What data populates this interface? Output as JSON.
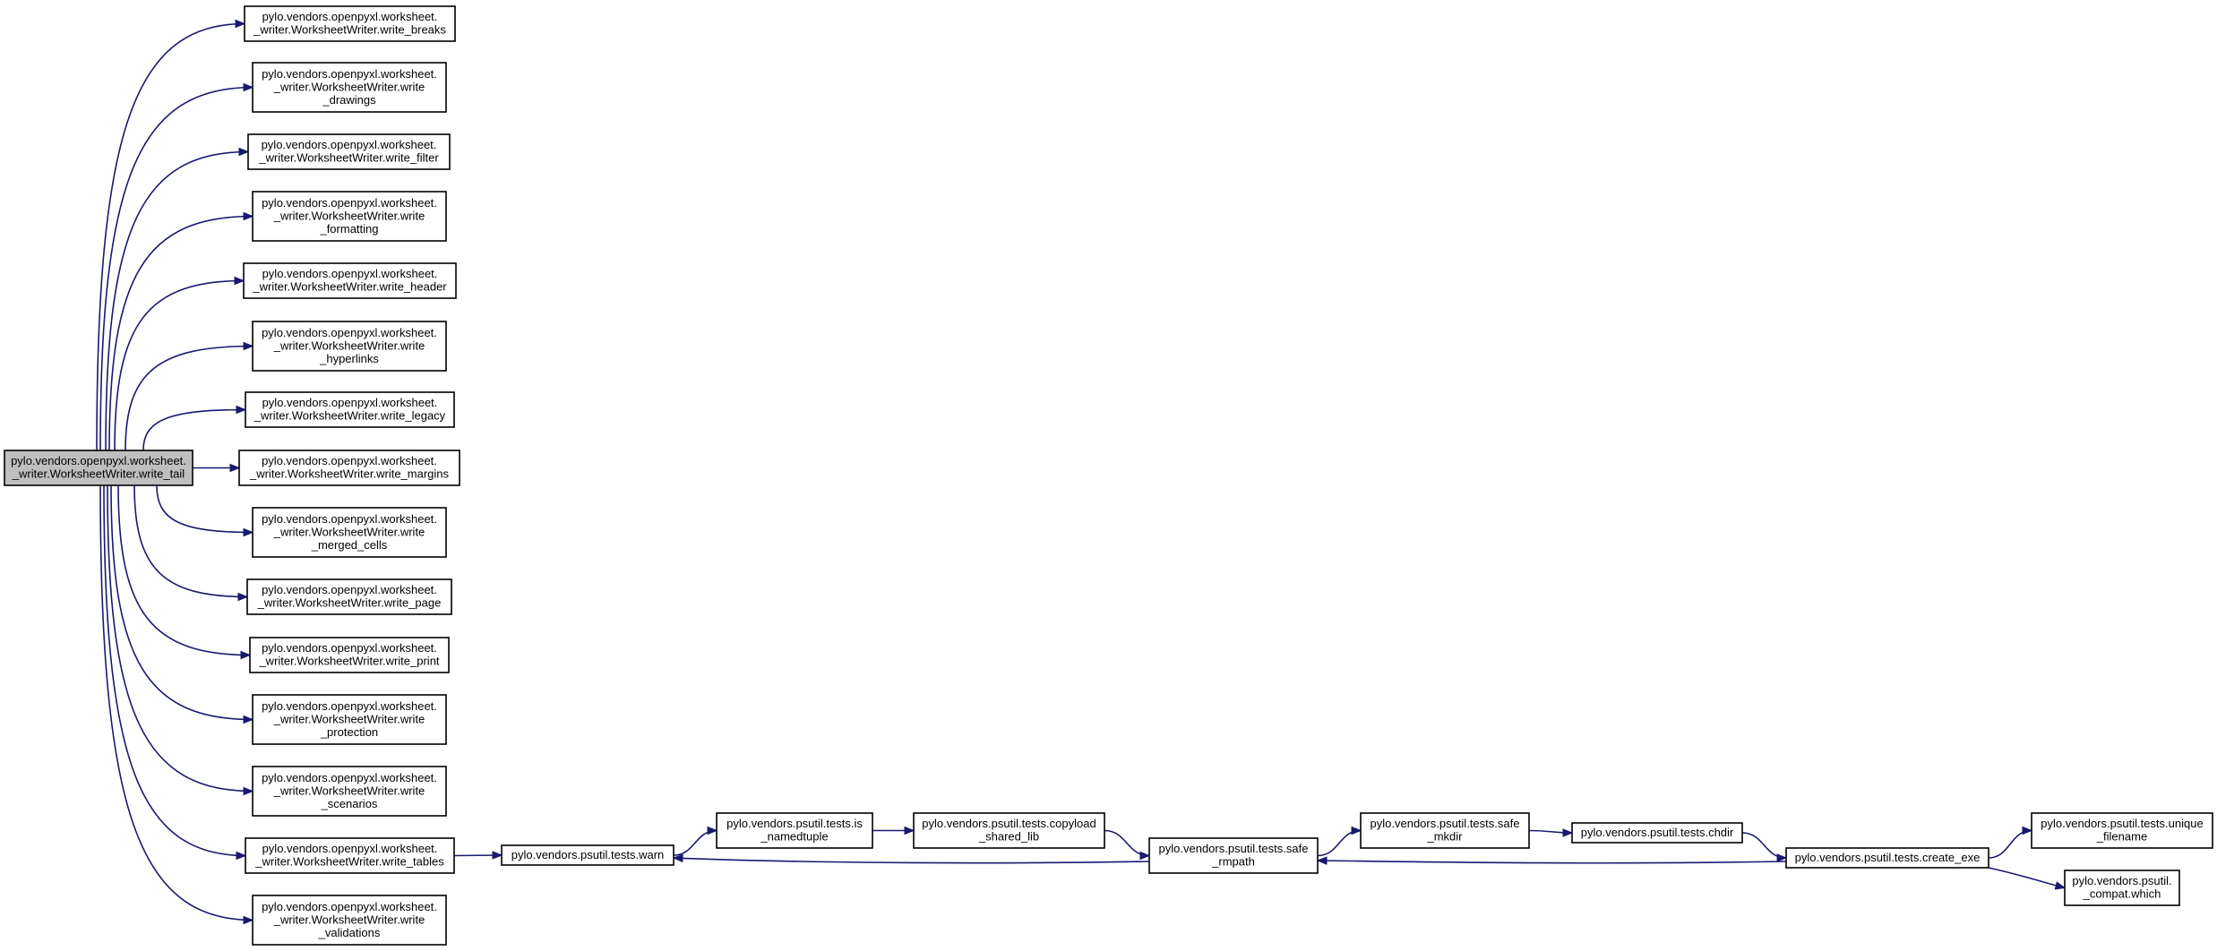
{
  "diagram": {
    "type": "call-graph",
    "nodes": [
      {
        "id": "n0",
        "lines": [
          "pylo.vendors.openpyxl.worksheet.",
          "_writer.WorksheetWriter.write_tail"
        ],
        "highlighted": true
      },
      {
        "id": "n1",
        "lines": [
          "pylo.vendors.openpyxl.worksheet.",
          "_writer.WorksheetWriter.write_breaks"
        ]
      },
      {
        "id": "n2",
        "lines": [
          "pylo.vendors.openpyxl.worksheet.",
          "_writer.WorksheetWriter.write",
          "_drawings"
        ]
      },
      {
        "id": "n3",
        "lines": [
          "pylo.vendors.openpyxl.worksheet.",
          "_writer.WorksheetWriter.write_filter"
        ]
      },
      {
        "id": "n4",
        "lines": [
          "pylo.vendors.openpyxl.worksheet.",
          "_writer.WorksheetWriter.write",
          "_formatting"
        ]
      },
      {
        "id": "n5",
        "lines": [
          "pylo.vendors.openpyxl.worksheet.",
          "_writer.WorksheetWriter.write_header"
        ]
      },
      {
        "id": "n6",
        "lines": [
          "pylo.vendors.openpyxl.worksheet.",
          "_writer.WorksheetWriter.write",
          "_hyperlinks"
        ]
      },
      {
        "id": "n7",
        "lines": [
          "pylo.vendors.openpyxl.worksheet.",
          "_writer.WorksheetWriter.write_legacy"
        ]
      },
      {
        "id": "n8",
        "lines": [
          "pylo.vendors.openpyxl.worksheet.",
          "_writer.WorksheetWriter.write_margins"
        ]
      },
      {
        "id": "n9",
        "lines": [
          "pylo.vendors.openpyxl.worksheet.",
          "_writer.WorksheetWriter.write",
          "_merged_cells"
        ]
      },
      {
        "id": "n10",
        "lines": [
          "pylo.vendors.openpyxl.worksheet.",
          "_writer.WorksheetWriter.write_page"
        ]
      },
      {
        "id": "n11",
        "lines": [
          "pylo.vendors.openpyxl.worksheet.",
          "_writer.WorksheetWriter.write_print"
        ]
      },
      {
        "id": "n12",
        "lines": [
          "pylo.vendors.openpyxl.worksheet.",
          "_writer.WorksheetWriter.write",
          "_protection"
        ]
      },
      {
        "id": "n13",
        "lines": [
          "pylo.vendors.openpyxl.worksheet.",
          "_writer.WorksheetWriter.write",
          "_scenarios"
        ]
      },
      {
        "id": "n14",
        "lines": [
          "pylo.vendors.openpyxl.worksheet.",
          "_writer.WorksheetWriter.write_tables"
        ]
      },
      {
        "id": "n15",
        "lines": [
          "pylo.vendors.openpyxl.worksheet.",
          "_writer.WorksheetWriter.write",
          "_validations"
        ]
      },
      {
        "id": "n16",
        "lines": [
          "pylo.vendors.psutil.tests.warn"
        ]
      },
      {
        "id": "n17",
        "lines": [
          "pylo.vendors.psutil.tests.is",
          "_namedtuple"
        ]
      },
      {
        "id": "n18",
        "lines": [
          "pylo.vendors.psutil.tests.copyload",
          "_shared_lib"
        ]
      },
      {
        "id": "n19",
        "lines": [
          "pylo.vendors.psutil.tests.safe",
          "_rmpath"
        ]
      },
      {
        "id": "n20",
        "lines": [
          "pylo.vendors.psutil.tests.safe",
          "_mkdir"
        ]
      },
      {
        "id": "n21",
        "lines": [
          "pylo.vendors.psutil.tests.chdir"
        ]
      },
      {
        "id": "n22",
        "lines": [
          "pylo.vendors.psutil.tests.create_exe"
        ]
      },
      {
        "id": "n23",
        "lines": [
          "pylo.vendors.psutil.tests.unique",
          "_filename"
        ]
      },
      {
        "id": "n24",
        "lines": [
          "pylo.vendors.psutil.",
          "_compat.which"
        ]
      }
    ],
    "edges": [
      {
        "from": "n0",
        "to": "n1"
      },
      {
        "from": "n0",
        "to": "n2"
      },
      {
        "from": "n0",
        "to": "n3"
      },
      {
        "from": "n0",
        "to": "n4"
      },
      {
        "from": "n0",
        "to": "n5"
      },
      {
        "from": "n0",
        "to": "n6"
      },
      {
        "from": "n0",
        "to": "n7"
      },
      {
        "from": "n0",
        "to": "n8"
      },
      {
        "from": "n0",
        "to": "n9"
      },
      {
        "from": "n0",
        "to": "n10"
      },
      {
        "from": "n0",
        "to": "n11"
      },
      {
        "from": "n0",
        "to": "n12"
      },
      {
        "from": "n0",
        "to": "n13"
      },
      {
        "from": "n0",
        "to": "n14"
      },
      {
        "from": "n0",
        "to": "n15"
      },
      {
        "from": "n14",
        "to": "n16"
      },
      {
        "from": "n16",
        "to": "n17"
      },
      {
        "from": "n17",
        "to": "n18"
      },
      {
        "from": "n18",
        "to": "n19"
      },
      {
        "from": "n19",
        "to": "n16"
      },
      {
        "from": "n19",
        "to": "n20"
      },
      {
        "from": "n20",
        "to": "n21"
      },
      {
        "from": "n21",
        "to": "n22"
      },
      {
        "from": "n22",
        "to": "n19"
      },
      {
        "from": "n22",
        "to": "n23"
      },
      {
        "from": "n22",
        "to": "n24"
      }
    ]
  }
}
